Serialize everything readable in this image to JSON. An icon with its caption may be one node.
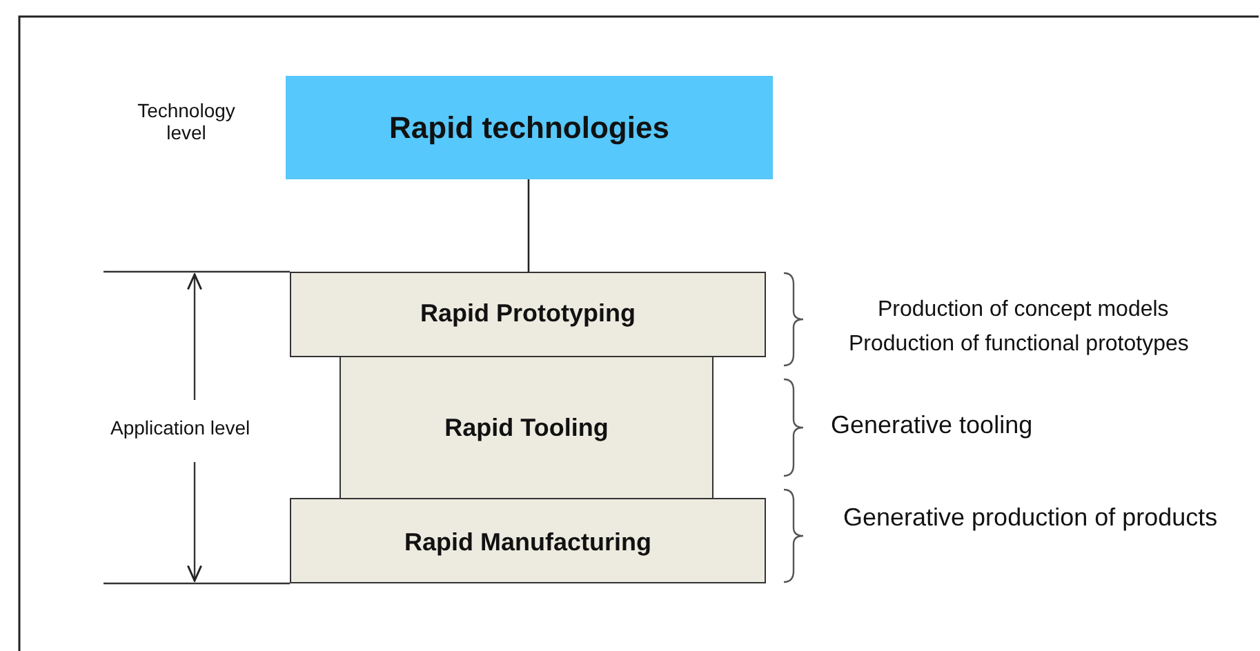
{
  "diagram": {
    "nodes": [
      {
        "text": [
          "Rapid technologies"
        ]
      },
      {
        "text": [
          "Rapid Prototyping"
        ]
      },
      {
        "text": [
          "Rapid Tooling"
        ]
      },
      {
        "text": [
          "Rapid Manufacturing"
        ]
      }
    ],
    "edges": [
      {
        "from": 0,
        "to": 1,
        "arrow": "none"
      }
    ],
    "labels": [
      "Technology level",
      "Production of concept models",
      "Production of functional prototypes",
      "Application level",
      "Generative tooling",
      "Generative production of products"
    ]
  }
}
